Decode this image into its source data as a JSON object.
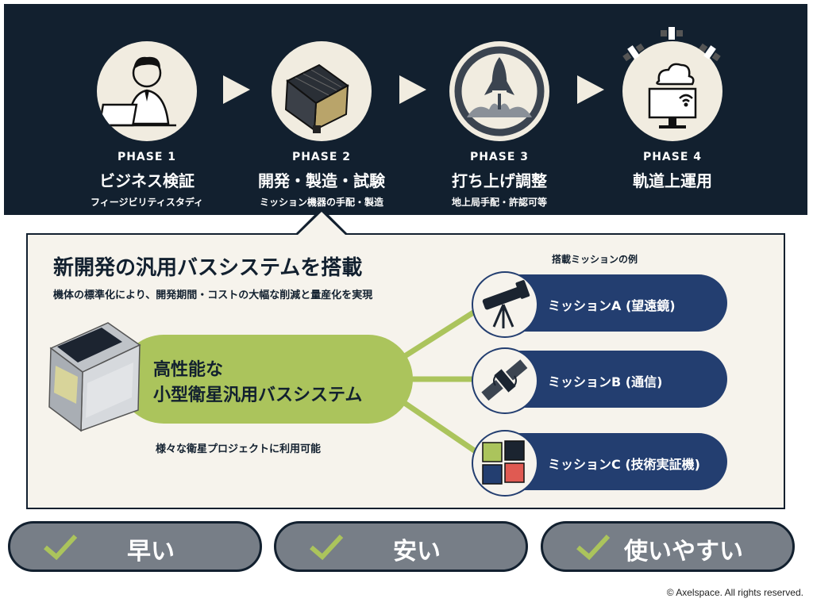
{
  "phases": [
    {
      "label": "PHASE 1",
      "title": "ビジネス検証",
      "sub": "フィージビリティスタディ",
      "icon": "businessperson-laptop-icon"
    },
    {
      "label": "PHASE 2",
      "title": "開発・製造・試験",
      "sub": "ミッション機器の手配・製造",
      "icon": "satellite-icon"
    },
    {
      "label": "PHASE 3",
      "title": "打ち上げ調整",
      "sub": "地上局手配・許認可等",
      "icon": "rocket-launch-icon"
    },
    {
      "label": "PHASE 4",
      "title": "軌道上運用",
      "sub": "",
      "icon": "satellite-operations-icon"
    }
  ],
  "panel": {
    "title": "新開発の汎用バスシステムを搭載",
    "subtitle": "機体の標準化により、開発期間・コストの大幅な削減と量産化を実現",
    "core_line1": "高性能な",
    "core_line2": "小型衛星汎用バスシステム",
    "core_note": "様々な衛星プロジェクトに利用可能",
    "missions_heading": "搭載ミッションの例"
  },
  "missions": [
    {
      "label": "ミッションA (望遠鏡)",
      "icon": "telescope-icon"
    },
    {
      "label": "ミッションB (通信)",
      "icon": "communication-satellite-icon"
    },
    {
      "label": "ミッションC (技術実証機)",
      "icon": "blocks-icon"
    }
  ],
  "benefits": [
    {
      "label": "早い",
      "icon": "check-icon"
    },
    {
      "label": "安い",
      "icon": "check-icon"
    },
    {
      "label": "使いやすい",
      "icon": "check-icon"
    }
  ],
  "copyright": "© Axelspace. All rights reserved.",
  "colors": {
    "navy": "#12202f",
    "mission_blue": "#233e70",
    "green": "#abc45c",
    "cream": "#f1ece0",
    "gray": "#777e87"
  }
}
